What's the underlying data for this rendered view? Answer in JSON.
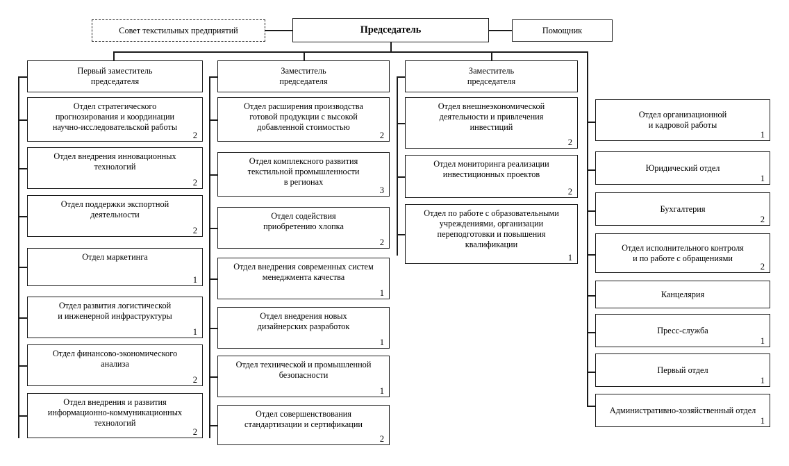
{
  "diagram": {
    "title_top": "Председатель",
    "council": "Совет текстильных предприятий",
    "assistant": "Помощник",
    "colors": {
      "line": "#1a1a1a",
      "box_border": "#1a1a1a",
      "background": "#ffffff",
      "text": "#000000"
    },
    "columns": [
      {
        "head": {
          "label": "Первый заместитель\nпредседателя",
          "count": ""
        },
        "items": [
          {
            "label": "Отдел стратегического\nпрогнозирования и координации\nнаучно-исследовательской работы",
            "count": "2"
          },
          {
            "label": "Отдел внедрения инновационных\nтехнологий",
            "count": "2"
          },
          {
            "label": "Отдел поддержки экспортной\nдеятельности",
            "count": "2"
          },
          {
            "label": "Отдел маркетинга",
            "count": "1"
          },
          {
            "label": "Отдел развития логистической\nи инженерной инфраструктуры",
            "count": "1"
          },
          {
            "label": "Отдел финансово-экономического\nанализа",
            "count": "2"
          },
          {
            "label": "Отдел внедрения и развития\nинформационно-коммуникационных\nтехнологий",
            "count": "2"
          }
        ]
      },
      {
        "head": {
          "label": "Заместитель\nпредседателя",
          "count": ""
        },
        "items": [
          {
            "label": "Отдел расширения производства\nготовой продукции с высокой\nдобавленной стоимостью",
            "count": "2"
          },
          {
            "label": "Отдел комплексного развития\nтекстильной промышленности\nв регионах",
            "count": "3"
          },
          {
            "label": "Отдел содействия\nприобретению хлопка",
            "count": "2"
          },
          {
            "label": "Отдел внедрения современных систем\nменеджмента качества",
            "count": "1"
          },
          {
            "label": "Отдел внедрения новых\nдизайнерских разработок",
            "count": "1"
          },
          {
            "label": "Отдел технической и промышленной\nбезопасности",
            "count": "1"
          },
          {
            "label": "Отдел совершенствования\nстандартизации и сертификации",
            "count": "2"
          }
        ]
      },
      {
        "head": {
          "label": "Заместитель\nпредседателя",
          "count": ""
        },
        "items": [
          {
            "label": "Отдел внешнеэкономической\nдеятельности и привлечения\nинвестиций",
            "count": "2"
          },
          {
            "label": "Отдел мониторинга реализации\nинвестиционных проектов",
            "count": "2"
          },
          {
            "label": "Отдел по работе с образовательными\nучреждениями, организации\nпереподготовки и повышения\nквалификации",
            "count": "1"
          }
        ]
      },
      {
        "head": null,
        "items": [
          {
            "label": "Отдел организационной\nи кадровой работы",
            "count": "1"
          },
          {
            "label": "Юридический отдел",
            "count": "1"
          },
          {
            "label": "Бухгалтерия",
            "count": "2"
          },
          {
            "label": "Отдел исполнительного контроля\nи по работе с обращениями",
            "count": "2"
          },
          {
            "label": "Канцелярия",
            "count": ""
          },
          {
            "label": "Пресс-служба",
            "count": "1"
          },
          {
            "label": "Первый отдел",
            "count": "1"
          },
          {
            "label": "Административно-хозяйственный отдел",
            "count": "1"
          }
        ]
      }
    ]
  }
}
